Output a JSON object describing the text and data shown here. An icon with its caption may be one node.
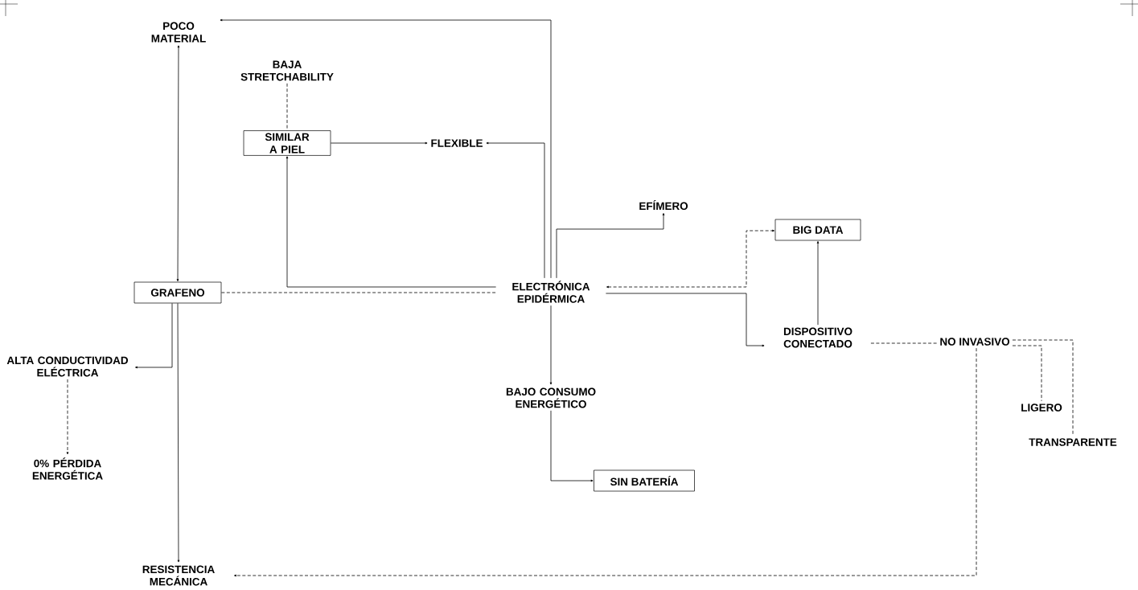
{
  "diagram": {
    "nodes": [
      {
        "text": [
          "POCO MATERIAL"
        ]
      },
      {
        "text": [
          "BAJA STRETCHABILITY"
        ]
      },
      {
        "text": [
          "SIMILAR A PIEL"
        ]
      },
      {
        "text": [
          "FLEXIBLE"
        ]
      },
      {
        "text": [
          "EFÍMERO"
        ]
      },
      {
        "text": [
          "BIG DATA"
        ]
      },
      {
        "text": [
          "GRAFENO"
        ]
      },
      {
        "text": [
          "ELECTRÓNICA EPIDÉRMICA"
        ]
      },
      {
        "text": [
          "ALTA CONDUCTIVIDAD ELÉCTRICA"
        ]
      },
      {
        "text": [
          "DISPOSITIVO CONECTADO"
        ]
      },
      {
        "text": [
          "NO INVASIVO"
        ]
      },
      {
        "text": [
          "BAJO CONSUMO ENERGÉTICO"
        ]
      },
      {
        "text": [
          "LIGERO"
        ]
      },
      {
        "text": [
          "TRANSPARENTE"
        ]
      },
      {
        "text": [
          "0% PÉRDIDA ENERGÉTICA"
        ]
      },
      {
        "text": [
          "SIN BATERÍA"
        ]
      },
      {
        "text": [
          "RESISTENCIA MECÁNICA"
        ]
      }
    ],
    "edges": [
      {
        "from": 7,
        "to": 0,
        "arrow": "to"
      },
      {
        "from": 0,
        "to": 6,
        "arrow": "both"
      },
      {
        "from": 1,
        "to": 2,
        "arrow": "none",
        "style": "dashed"
      },
      {
        "from": 2,
        "to": 3,
        "arrow": "to"
      },
      {
        "from": 7,
        "to": 3,
        "arrow": "to"
      },
      {
        "from": 7,
        "to": 2,
        "arrow": "to"
      },
      {
        "from": 7,
        "to": 4,
        "arrow": "to"
      },
      {
        "from": 6,
        "to": 7,
        "arrow": "none",
        "style": "dashed"
      },
      {
        "from": 7,
        "to": 5,
        "arrow": "both",
        "style": "dashed"
      },
      {
        "from": 7,
        "to": 9,
        "arrow": "to"
      },
      {
        "from": 9,
        "to": 5,
        "arrow": "to"
      },
      {
        "from": 9,
        "to": 10,
        "arrow": "none",
        "style": "dashed"
      },
      {
        "from": 10,
        "to": 12,
        "arrow": "none",
        "style": "dashed"
      },
      {
        "from": 10,
        "to": 13,
        "arrow": "none",
        "style": "dashed"
      },
      {
        "from": 10,
        "to": 16,
        "arrow": "to",
        "style": "dashed"
      },
      {
        "from": 6,
        "to": 8,
        "arrow": "to"
      },
      {
        "from": 6,
        "to": 16,
        "arrow": "to"
      },
      {
        "from": 8,
        "to": 14,
        "arrow": "to",
        "style": "dashed"
      },
      {
        "from": 7,
        "to": 11,
        "arrow": "to"
      },
      {
        "from": 11,
        "to": 15,
        "arrow": "to"
      }
    ]
  }
}
